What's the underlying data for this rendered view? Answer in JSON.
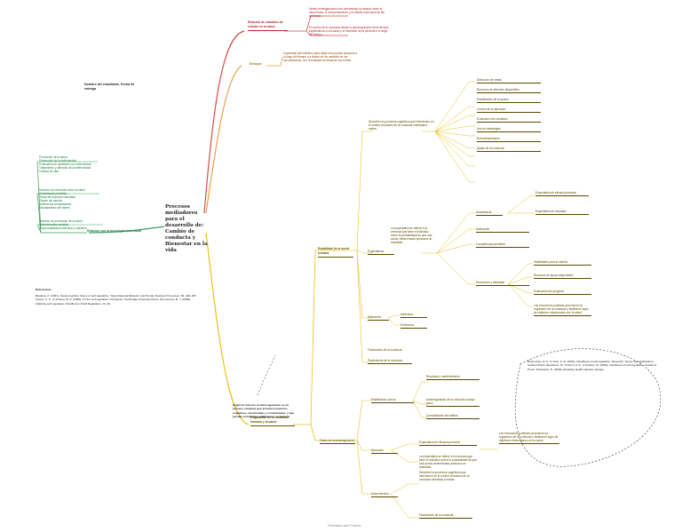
{
  "central": "Procesos mediadores para el desarrollo de: Cambio de conducta y Bienestar en la vida",
  "author": "Nombre del estudiante, Fecha de entrega",
  "branches": {
    "red": {
      "label": "Relación de variables de estudio en la salud",
      "notes": [
        "Varias investigaciones han demostrado la relación entre la salud física, el comportamiento y el estado emocional de las personas.",
        "El control de la conducta desde la autorregulación tiene efectos significativos en la salud y el bienestar de la persona a lo largo del tiempo."
      ]
    },
    "orange": {
      "label": "Enfoque",
      "note": "Capacidad del individuo para dirigir sus propias acciones a lo largo del tiempo y a través de los cambios en las circunstancias, con la finalidad de alcanzar sus metas."
    },
    "green": {
      "label": "Relación con la psicología de la salud",
      "items1": [
        "Promoción de la salud",
        "Prevención de la enfermedad",
        "Evaluación de pacientes con enfermedad",
        "Tratamiento y atención de la enfermedad",
        "Calidad de vida"
      ],
      "items2": [
        "Modelos de creencias sobre la salud",
        "Autoeficacia percibida",
        "Teoría de la acción razonada",
        "Etapas del cambio",
        "Adherencia al tratamiento",
        "Afrontamiento del estrés"
      ],
      "items3": [
        "Modelos de promoción de la salud",
        "Determinantes sociales",
        "Responsabilidad individual y colectiva"
      ]
    },
    "yellow": {
      "label": "Regulación de la actividad humana y la salud",
      "mind_label": "Estabilidad de la mente humana",
      "cog_notes": "Describe los procesos cognitivos que intervienen en el control voluntario de la conducta orientada a metas.",
      "sub_items": [
        "Selección de metas",
        "Recursos de atención disponibles",
        "Planificación de la acción",
        "Control de la ejecución",
        "Evaluación del resultado",
        "Uso de estrategias",
        "Retroalimentación",
        "Ajuste de la conducta"
      ],
      "expectancy_label": "Expectativas",
      "expectancy_note": "La expectativa se refiere a la creencia que tiene el individuo sobre la probabilidad de que una acción determinada produzca un resultado.",
      "efficacy_label": "Autoeficacia",
      "efficacy_items": [
        "Expectativa de eficacia personal",
        "Expectativa de resultado"
      ],
      "competence_label": "Competencia percibida",
      "competence_items": [
        "Habilidades para el cambio",
        "Recursos de apoyo disponibles",
        "Evaluación del progreso"
      ],
      "motivation_label": "Motivación",
      "motivation_items": [
        "Intrínseca",
        "Extrínseca"
      ],
      "emotion_label": "Emociones y bienestar",
      "emotion_note": "Las emociones positivas promueven la regulación de la conducta y facilitan el logro de objetivos relacionados con la salud.",
      "closure_label": "Finalización de la conducta",
      "closure_items": [
        "Persistencia de la conducta",
        "Recaídas y mantenimiento",
        "Autorregulación de la conducta a largo plazo",
        "Consolidación de hábitos"
      ],
      "phases_label": "Fases de la autorregulación",
      "phase_a": "Planificación previa",
      "phase_b": "Ejecución",
      "phase_c": "Autorreflexión"
    }
  },
  "definition_note": "Según la revisión, la autorregulación es un proceso complejo que involucra aspectos cognitivos, emocionales y conductuales, y que permite al individuo adaptarse a su entorno.",
  "refs_left_title": "Referencias",
  "refs_left": "Bandura, A. (1991). Social cognitive theory of self-regulation. Organizational Behavior and Human Decision Processes, 50, 248–287. Carver, C. S., & Scheier, M. F. (1998). On the self-regulation of behavior. Cambridge University Press. Zimmerman, B. J. (2000). Attaining self-regulation. Handbook of Self-Regulation, 13–39.",
  "refs_right": "Baumeister, R. F., & Vohs, K. D. (2004). Handbook of self-regulation: Research, theory and applications. Guilford Press. Boekaerts, M., Pintrich, P. R., & Zeidner, M. (2000). Handbook of self-regulation. Academic Press. Schwarzer, R. (2008). Modeling health behavior change.",
  "footer": "Presentado ante: Profesor"
}
